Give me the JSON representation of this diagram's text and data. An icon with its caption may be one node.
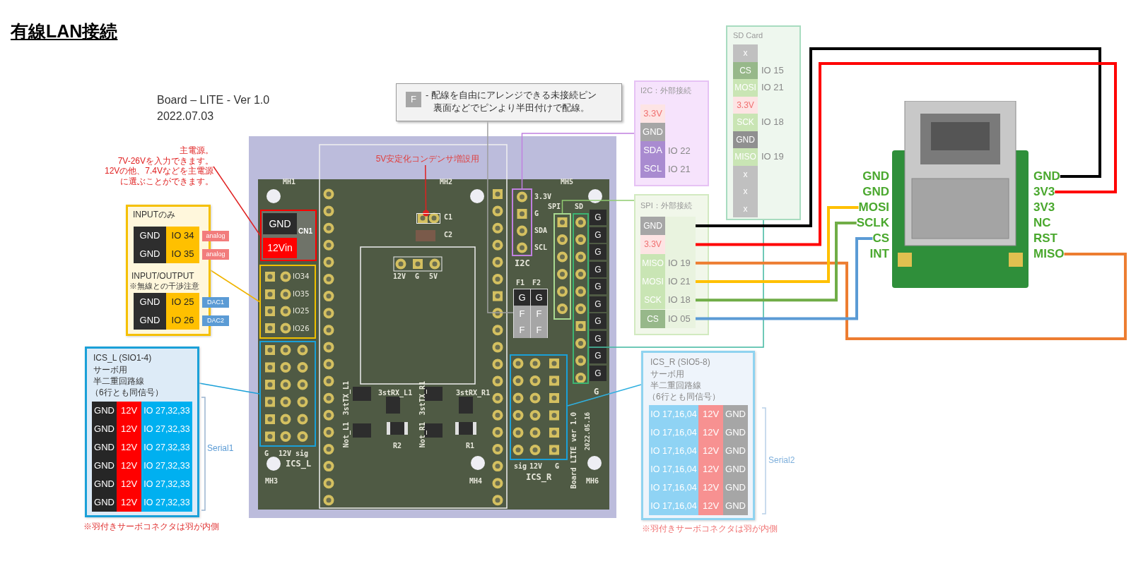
{
  "diagram": {
    "title": "有線LAN接続",
    "nodes": [
      {
        "text": [
          "F",
          "- 配線を自由にアレンジできる未接続ピン",
          "裏面などでピンより半田付けで配線。"
        ]
      },
      {
        "text": [
          "主電源。",
          "7V-26Vを入力できます。",
          "12Vの他、7.4Vなどを主電源に選ぶことができます。"
        ]
      },
      {
        "text": [
          "5V安定化コンデンサ増設用"
        ]
      },
      {
        "text": [
          "INPUTのみ",
          "GND",
          "IO 34",
          "analog",
          "GND",
          "IO 35",
          "analog",
          "INPUT/OUTPUT",
          "※無線との干渉注意",
          "GND",
          "IO 25",
          "DAC1",
          "GND",
          "IO 26",
          "DAC2"
        ]
      },
      {
        "text": [
          "ICS_L (SIO1-4)",
          "サーボ用",
          "半二重回路線",
          "（6行とも同信号）",
          "GND",
          "12V",
          "IO 27,32,33",
          "GND",
          "12V",
          "IO 27,32,33",
          "GND",
          "12V",
          "IO 27,32,33",
          "GND",
          "12V",
          "IO 27,32,33",
          "GND",
          "12V",
          "IO 27,32,33",
          "GND",
          "12V",
          "IO 27,32,33"
        ],
        "beside": [
          "Serial1",
          "※羽付きサーボコネクタは羽が内側"
        ]
      },
      {
        "text": [
          "I2C：外部接続",
          "3.3V",
          "GND",
          "SDA",
          "IO 22",
          "SCL",
          "IO 21"
        ]
      },
      {
        "text": [
          "SPI：外部接続"
        ]
      },
      {
        "text": [
          "GND"
        ],
        "in": 6
      },
      {
        "text": [
          "3.3V"
        ],
        "in": 6
      },
      {
        "text": [
          "MISO",
          "IO 19"
        ],
        "in": 6
      },
      {
        "text": [
          "MOSI",
          "IO 21"
        ],
        "in": 6
      },
      {
        "text": [
          "SCK",
          "IO 18"
        ],
        "in": 6
      },
      {
        "text": [
          "CS",
          "IO 05"
        ],
        "in": 6
      },
      {
        "text": [
          "SD Card",
          "x",
          "CS",
          "IO 15",
          "MOSI",
          "IO 21",
          "3.3V",
          "SCK",
          "IO 18",
          "GND",
          "MISO",
          "IO 19",
          "x",
          "x",
          "x"
        ]
      },
      {
        "text": [
          "ICS_R (SIO5-8)",
          "サーボ用",
          "半二重回路線",
          "（6行とも同信号）",
          "IO 17,16,04",
          "12V",
          "GND",
          "IO 17,16,04",
          "12V",
          "GND",
          "IO 17,16,04",
          "12V",
          "GND",
          "IO 17,16,04",
          "12V",
          "GND",
          "IO 17,16,04",
          "12V",
          "GND",
          "IO 17,16,04",
          "12V",
          "GND"
        ],
        "beside": [
          "Serial2",
          "※羽付きサーボコネクタは羽が内側"
        ]
      },
      {
        "text": [
          "GND",
          "12Vin",
          "CN1"
        ]
      },
      {
        "text": [
          "IO34",
          "IO35",
          "IO25",
          "IO26"
        ]
      },
      {
        "text": [],
        "shape": "box",
        "beside": [
          "G",
          "12V",
          "sig",
          "ICS_L"
        ]
      },
      {
        "text": [],
        "shape": "box",
        "beside": [
          "3.3V",
          "G",
          "SDA",
          "SCL",
          "I2C"
        ]
      },
      {
        "text": [
          "G",
          "G",
          "F",
          "F",
          "F",
          "F"
        ],
        "beside": [
          "F1",
          "F2"
        ]
      },
      {
        "text": [],
        "shape": "box",
        "beside": [
          "SPI"
        ]
      },
      {
        "text": [],
        "shape": "box",
        "beside": [
          "SD"
        ]
      },
      {
        "text": [],
        "shape": "box",
        "beside": [
          "sig",
          "12V",
          "G",
          "ICS_R"
        ]
      },
      {
        "text": [],
        "shape": "picture"
      },
      {
        "text": [
          "GND"
        ]
      },
      {
        "text": [
          "GND"
        ]
      },
      {
        "text": [
          "MOSI"
        ]
      },
      {
        "text": [
          "SCLK"
        ]
      },
      {
        "text": [
          "CS"
        ]
      },
      {
        "text": [
          "INT"
        ]
      },
      {
        "text": [
          "GND"
        ]
      },
      {
        "text": [
          "3V3"
        ]
      },
      {
        "text": [
          "3V3"
        ]
      },
      {
        "text": [
          "NC"
        ]
      },
      {
        "text": [
          "RST"
        ]
      },
      {
        "text": [
          "MISO"
        ]
      },
      {
        "text": [],
        "shape": "box",
        "beside": [
          "C1"
        ]
      }
    ],
    "edges": [
      {
        "from": 1,
        "to": 15,
        "arrow": "none",
        "color": "#e02020"
      },
      {
        "from": 2,
        "to": 36,
        "arrow": "other",
        "color": "#e02020"
      },
      {
        "from": 3,
        "to": 16,
        "arrow": "none",
        "color": "#f0b400"
      },
      {
        "from": 4,
        "to": 17,
        "arrow": "none",
        "color": "#1aa0d8"
      },
      {
        "from": 0,
        "to": 19,
        "arrow": "none",
        "color": "#a0a0a0"
      },
      {
        "from": 5,
        "to": 18,
        "arrow": "none",
        "color": "#c080e0"
      },
      {
        "from": 6,
        "to": 20,
        "arrow": "none",
        "color": "#90cc70"
      },
      {
        "from": 13,
        "to": 21,
        "arrow": "none",
        "color": "#40b8a0"
      },
      {
        "from": 14,
        "to": 22,
        "arrow": "none",
        "color": "#30b0e0"
      },
      {
        "from": 7,
        "to": 30,
        "arrow": "none",
        "style": "thick",
        "color": "#000000"
      },
      {
        "from": 8,
        "to": 31,
        "arrow": "none",
        "style": "thick",
        "color": "#ff0000"
      },
      {
        "from": 9,
        "to": 35,
        "arrow": "none",
        "style": "thick",
        "color": "#ed7d31"
      },
      {
        "from": 10,
        "to": 26,
        "arrow": "none",
        "style": "thick",
        "color": "#ffc000"
      },
      {
        "from": 11,
        "to": 27,
        "arrow": "none",
        "style": "thick",
        "color": "#70ad47"
      },
      {
        "from": 12,
        "to": 28,
        "arrow": "none",
        "style": "thick",
        "color": "#5b9bd5"
      }
    ],
    "labels": [
      "Board – LITE - Ver 1.0",
      "2022.07.03",
      "MH1",
      "MH2",
      "MH5",
      "G",
      "G",
      "G",
      "G",
      "G",
      "G",
      "G",
      "G",
      "G",
      "G",
      "G",
      "C2",
      "12V",
      "G",
      "5V",
      "3stTX_L1",
      "3stRX_L1",
      "3stTX_R1",
      "3stRX_R1",
      "Not_L1",
      "R2",
      "Not_R1",
      "R1",
      "MH3",
      "MH4",
      "MH6",
      "Board LITE ver 1.0",
      "2022.05.16"
    ]
  }
}
